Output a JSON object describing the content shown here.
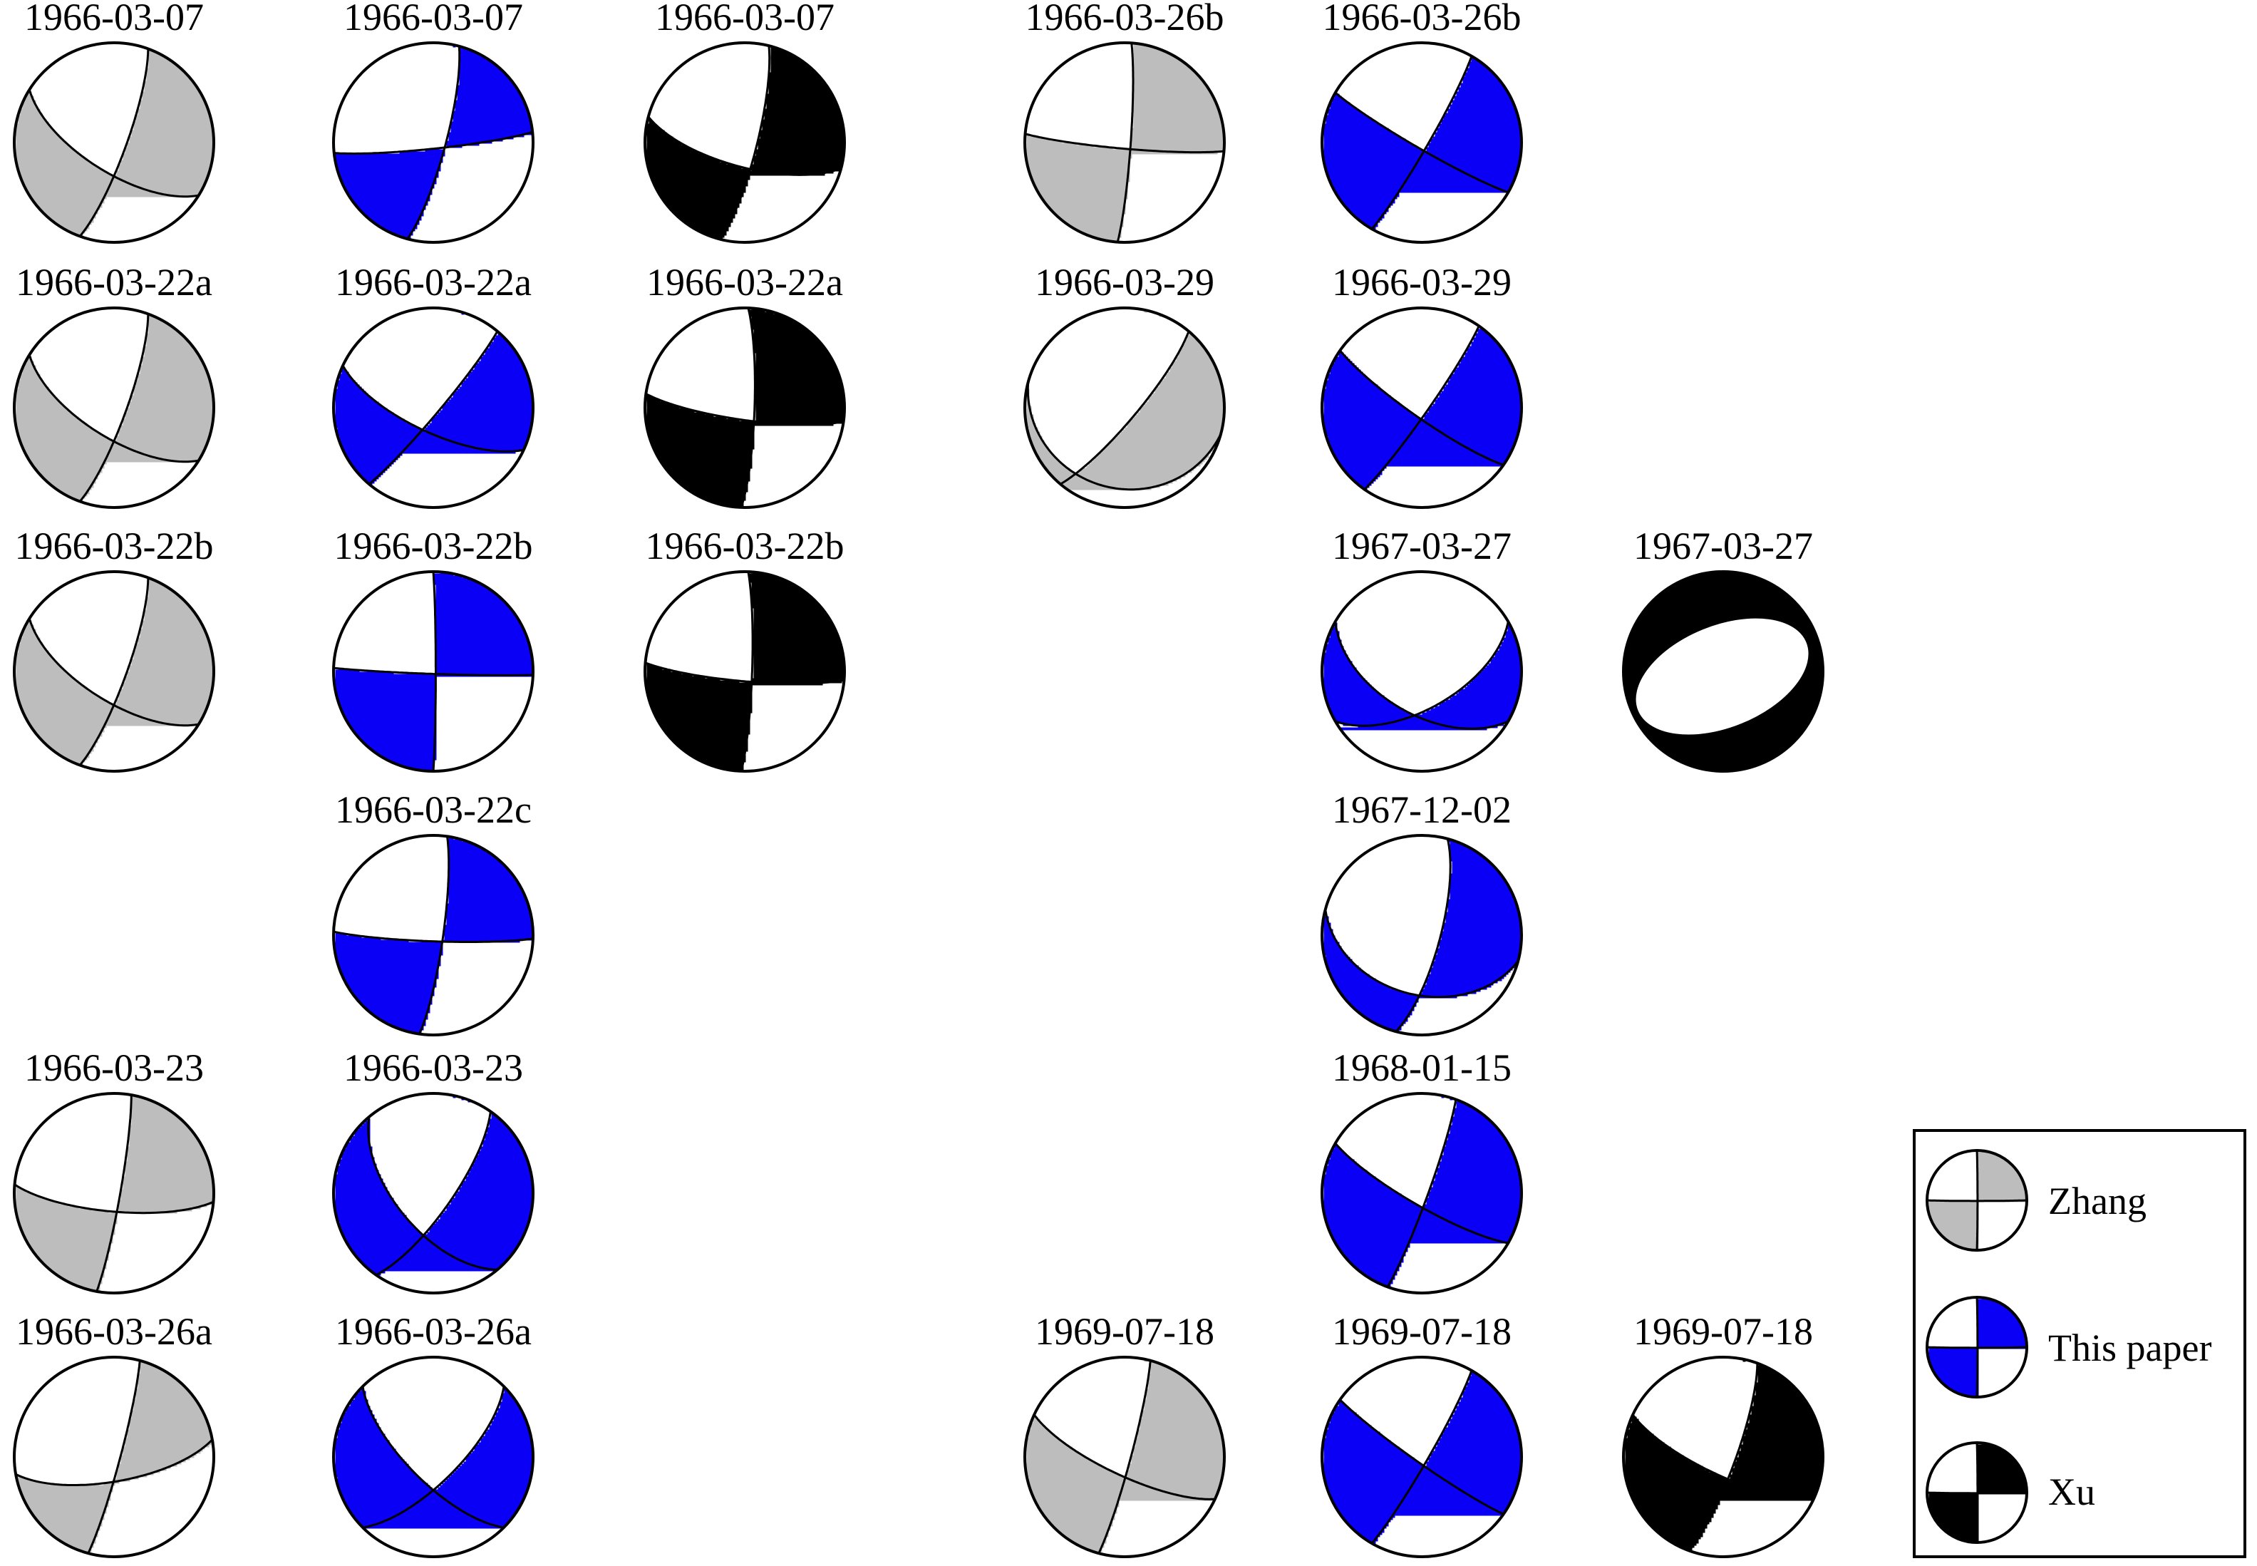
{
  "colors": {
    "Zhang": "#bdbdbd",
    "This paper": "#0a00f5",
    "Xu": "#000000",
    "background": "#ffffff",
    "outline": "#000000"
  },
  "legend": [
    {
      "label": "Zhang",
      "source": "Zhang"
    },
    {
      "label": "This paper",
      "source": "This paper"
    },
    {
      "label": "Xu",
      "source": "Xu"
    }
  ],
  "mechanisms": [
    {
      "label": "1966-03-07",
      "source": "Zhang",
      "col": 0,
      "row": 0,
      "strikes": [
        122,
        20
      ],
      "dips": [
        66,
        80
      ],
      "fill": "quad"
    },
    {
      "label": "1966-03-07",
      "source": "This paper",
      "col": 1,
      "row": 0,
      "strikes": [
        84,
        15
      ],
      "dips": [
        85,
        80
      ],
      "fill": "quad"
    },
    {
      "label": "1966-03-07",
      "source": "Xu",
      "col": 2,
      "row": 0,
      "strikes": [
        105,
        14
      ],
      "dips": [
        70,
        80
      ],
      "fill": "quad"
    },
    {
      "label": "1966-03-26b",
      "source": "Zhang",
      "col": 3,
      "row": 0,
      "strikes": [
        95,
        4
      ],
      "dips": [
        85,
        85
      ],
      "fill": "quad"
    },
    {
      "label": "1966-03-26b",
      "source": "This paper",
      "col": 4,
      "row": 0,
      "strikes": [
        120,
        30
      ],
      "dips": [
        85,
        85
      ],
      "fill": "quad"
    },
    {
      "label": "1966-03-22a",
      "source": "Zhang",
      "col": 0,
      "row": 1,
      "strikes": [
        122,
        20
      ],
      "dips": [
        66,
        80
      ],
      "fill": "quad"
    },
    {
      "label": "1966-03-22a",
      "source": "This paper",
      "col": 1,
      "row": 1,
      "strikes": [
        115,
        40
      ],
      "dips": [
        70,
        85
      ],
      "fill": "quad"
    },
    {
      "label": "1966-03-22a",
      "source": "Xu",
      "col": 2,
      "row": 1,
      "strikes": [
        98,
        2
      ],
      "dips": [
        80,
        82
      ],
      "fill": "quad"
    },
    {
      "label": "1966-03-29",
      "source": "Zhang",
      "col": 3,
      "row": 1,
      "strikes": [
        40,
        105
      ],
      "dips": [
        80,
        20
      ],
      "fill": "quad"
    },
    {
      "label": "1966-03-29",
      "source": "This paper",
      "col": 4,
      "row": 1,
      "strikes": [
        125,
        35
      ],
      "dips": [
        82,
        85
      ],
      "fill": "quad"
    },
    {
      "label": "1966-03-22b",
      "source": "Zhang",
      "col": 0,
      "row": 2,
      "strikes": [
        122,
        20
      ],
      "dips": [
        66,
        80
      ],
      "fill": "quad"
    },
    {
      "label": "1966-03-22b",
      "source": "This paper",
      "col": 1,
      "row": 2,
      "strikes": [
        92,
        0
      ],
      "dips": [
        88,
        88
      ],
      "fill": "quad"
    },
    {
      "label": "1966-03-22b",
      "source": "Xu",
      "col": 2,
      "row": 2,
      "strikes": [
        95,
        2
      ],
      "dips": [
        82,
        84
      ],
      "fill": "quad"
    },
    {
      "label": "1967-03-27",
      "source": "This paper",
      "col": 4,
      "row": 2,
      "strikes": [
        120,
        60
      ],
      "dips": [
        55,
        60
      ],
      "fill": "quad"
    },
    {
      "label": "1967-03-27",
      "source": "Xu",
      "col": 5,
      "row": 2,
      "strikes": [
        75,
        80
      ],
      "dips": [
        35,
        55
      ],
      "fill": "rim"
    },
    {
      "label": "1966-03-22c",
      "source": "This paper",
      "col": 1,
      "row": 3,
      "strikes": [
        92,
        8
      ],
      "dips": [
        85,
        82
      ],
      "fill": "quad"
    },
    {
      "label": "1967-12-02",
      "source": "This paper",
      "col": 4,
      "row": 3,
      "strikes": [
        105,
        15
      ],
      "dips": [
        40,
        75
      ],
      "fill": "quad"
    },
    {
      "label": "1966-03-23",
      "source": "Zhang",
      "col": 0,
      "row": 4,
      "strikes": [
        95,
        10
      ],
      "dips": [
        75,
        85
      ],
      "fill": "quad"
    },
    {
      "label": "1966-03-23",
      "source": "This paper",
      "col": 1,
      "row": 4,
      "strikes": [
        140,
        35
      ],
      "dips": [
        60,
        75
      ],
      "fill": "quad"
    },
    {
      "label": "1968-01-15",
      "source": "This paper",
      "col": 4,
      "row": 4,
      "strikes": [
        120,
        20
      ],
      "dips": [
        80,
        85
      ],
      "fill": "quad"
    },
    {
      "label": "1966-03-26a",
      "source": "Zhang",
      "col": 0,
      "row": 5,
      "strikes": [
        80,
        15
      ],
      "dips": [
        70,
        85
      ],
      "fill": "quad"
    },
    {
      "label": "1966-03-26a",
      "source": "This paper",
      "col": 1,
      "row": 5,
      "strikes": [
        135,
        45
      ],
      "dips": [
        70,
        70
      ],
      "fill": "quad"
    },
    {
      "label": "1969-07-18",
      "source": "Zhang",
      "col": 3,
      "row": 5,
      "strikes": [
        115,
        15
      ],
      "dips": [
        75,
        85
      ],
      "fill": "quad"
    },
    {
      "label": "1969-07-18",
      "source": "This paper",
      "col": 4,
      "row": 5,
      "strikes": [
        125,
        30
      ],
      "dips": [
        85,
        85
      ],
      "fill": "quad"
    },
    {
      "label": "1969-07-18",
      "source": "Xu",
      "col": 5,
      "row": 5,
      "strikes": [
        115,
        20
      ],
      "dips": [
        75,
        80
      ],
      "fill": "quad"
    }
  ]
}
